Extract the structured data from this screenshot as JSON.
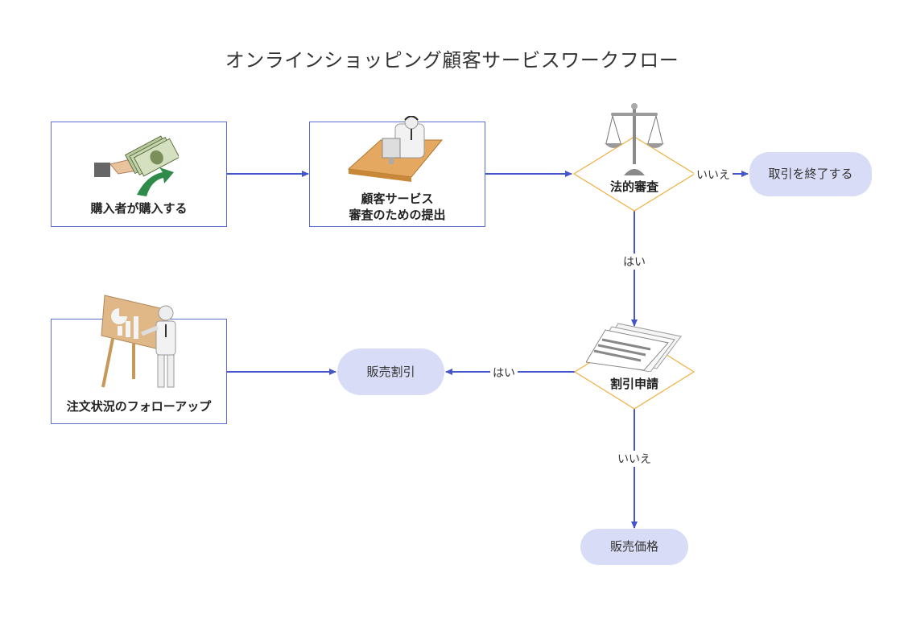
{
  "title": "オンラインショッピング顧客サービスワークフロー",
  "nodes": {
    "buyer": {
      "label": "購入者が購入する",
      "icon": "money-hand-icon"
    },
    "service": {
      "line1": "顧客サービス",
      "line2": "審査のための提出",
      "icon": "operator-desk-icon"
    },
    "legal": {
      "label": "法的審査",
      "icon": "scales-icon"
    },
    "end_deal": {
      "label": "取引を終了する"
    },
    "discount_request": {
      "label": "割引申請",
      "icon": "documents-icon"
    },
    "sale_discount": {
      "label": "販売割引"
    },
    "followup": {
      "label": "注文状況のフォローアップ",
      "icon": "presentation-board-icon"
    },
    "sale_price": {
      "label": "販売価格"
    }
  },
  "edges": {
    "legal_no": "いいえ",
    "legal_yes": "はい",
    "discount_yes": "はい",
    "discount_no": "いいえ"
  },
  "colors": {
    "line": "#4455cc",
    "box_border": "#5b6fd0",
    "diamond_border": "#f0b040",
    "pill_fill": "#d9dcf7"
  }
}
